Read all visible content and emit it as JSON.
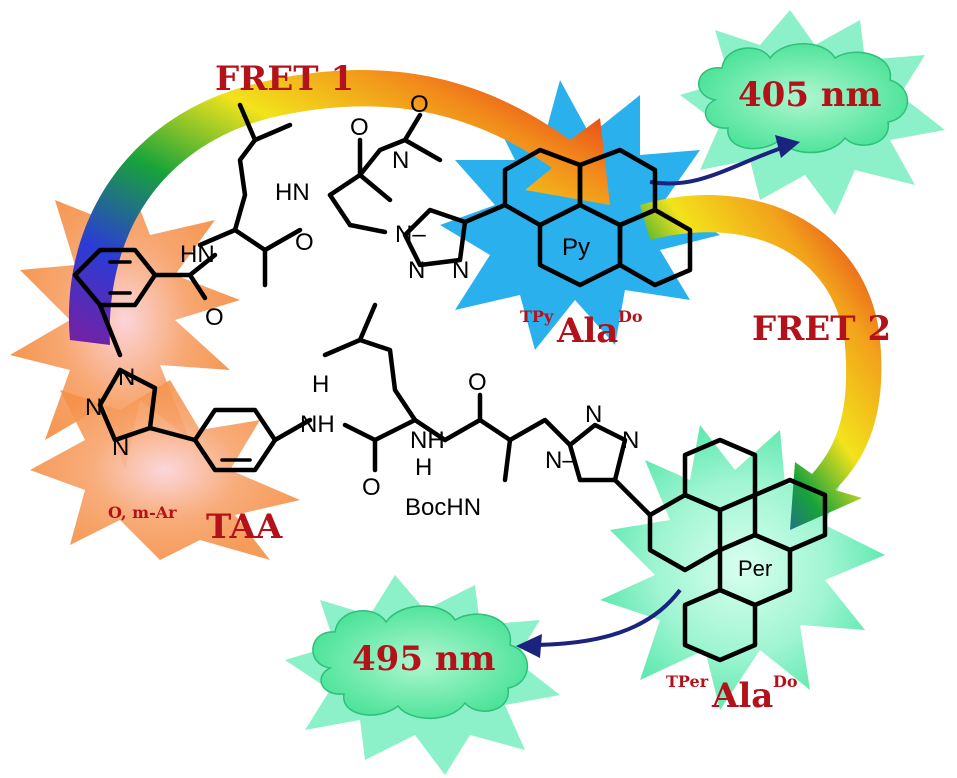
{
  "labels": {
    "fret1": "FRET 1",
    "fret2": "FRET 2",
    "emission_405": "405 nm",
    "emission_495": "495 nm",
    "tpy_ala_do": {
      "sup_left": "TPy",
      "main": "Ala",
      "sup_right": "Do"
    },
    "tper_ala_do": {
      "sup_left": "TPer",
      "main": "Ala",
      "sup_right": "Do"
    },
    "taa": {
      "sup_left": "O, m-Ar",
      "main": "TAA"
    }
  },
  "chromophores": {
    "pyrene": "Py",
    "perylene": "Per"
  },
  "atoms": {
    "O": "O",
    "N": "N",
    "NH": "NH",
    "HN": "HN",
    "H": "H",
    "BocHN": "BocHN",
    "N_minus": "N–"
  },
  "colors": {
    "label_red": "#b3121a",
    "pyrene_star": "#2ab0ec",
    "perylene_star": "#7ff0c2",
    "taa_star": "#f79a5a",
    "cloud": "#55e8a3",
    "emission_arrow": "#1a237e"
  }
}
